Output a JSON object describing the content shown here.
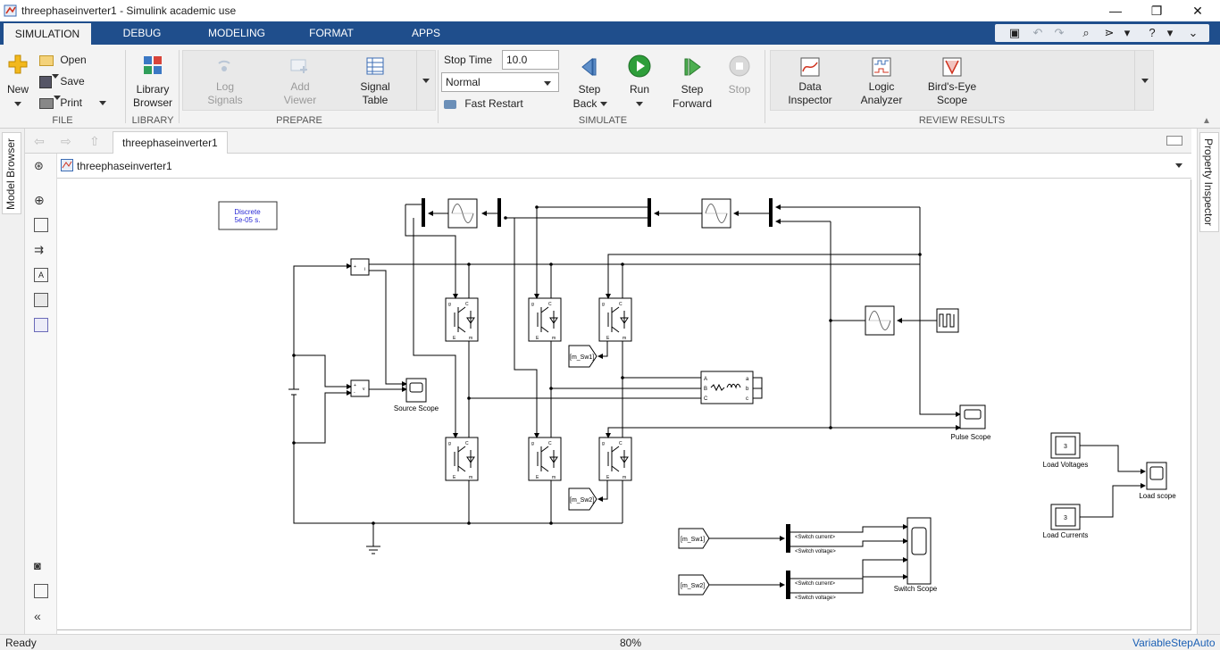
{
  "window": {
    "title": "threephaseinverter1 - Simulink academic use",
    "minimize": "—",
    "restore": "❐",
    "close": "✕"
  },
  "tabs": [
    {
      "label": "SIMULATION",
      "active": true
    },
    {
      "label": "DEBUG"
    },
    {
      "label": "MODELING"
    },
    {
      "label": "FORMAT"
    },
    {
      "label": "APPS"
    }
  ],
  "ribbon": {
    "file": {
      "group": "FILE",
      "new": "New",
      "open": "Open",
      "save": "Save",
      "print": "Print"
    },
    "library": {
      "group": "LIBRARY",
      "library_browser_1": "Library",
      "library_browser_2": "Browser"
    },
    "prepare": {
      "group": "PREPARE",
      "log_1": "Log",
      "log_2": "Signals",
      "add_1": "Add",
      "add_2": "Viewer",
      "signal_1": "Signal",
      "signal_2": "Table"
    },
    "simulate": {
      "group": "SIMULATE",
      "stop_time_label": "Stop Time",
      "stop_time_value": "10.0",
      "mode": "Normal",
      "fast_restart": "Fast Restart",
      "step_back_1": "Step",
      "step_back_2": "Back",
      "run": "Run",
      "step_fwd_1": "Step",
      "step_fwd_2": "Forward",
      "stop": "Stop"
    },
    "review": {
      "group": "REVIEW RESULTS",
      "data_1": "Data",
      "data_2": "Inspector",
      "logic_1": "Logic",
      "logic_2": "Analyzer",
      "birds_1": "Bird's-Eye",
      "birds_2": "Scope"
    }
  },
  "side_panels": {
    "model_browser": "Model Browser",
    "property_inspector": "Property Inspector"
  },
  "document_tab": "threephaseinverter1",
  "address": "threephaseinverter1",
  "diagram": {
    "powergui_1": "Discrete",
    "powergui_2": "5e-05 s.",
    "source_scope": "Source Scope",
    "pulse_scope": "Pulse Scope",
    "load_voltages": "Load Voltages",
    "load_currents": "Load Currents",
    "load_scope": "Load scope",
    "switch_scope": "Switch Scope",
    "tag_sw1": "[m_Sw1]",
    "tag_sw2": "[m_Sw2]",
    "from_sw1": "[m_Sw1]",
    "from_sw2": "[m_Sw2]",
    "sig_current": "<Switch current>",
    "sig_voltage": "<Switch voltage>",
    "const_3": "3",
    "load_ports_left": [
      "A",
      "B",
      "C"
    ],
    "load_ports_right": [
      "a",
      "b",
      "c"
    ],
    "igbt_ports": {
      "g": "g",
      "c": "C",
      "e": "E",
      "m": "m"
    }
  },
  "status": {
    "left": "Ready",
    "zoom": "80%",
    "solver": "VariableStepAuto"
  },
  "colors": {
    "tabbar": "#1f4e8c",
    "ribbon": "#f3f3f3",
    "run_green": "#2e9e3a",
    "solver_blue": "#1a5fb4"
  }
}
